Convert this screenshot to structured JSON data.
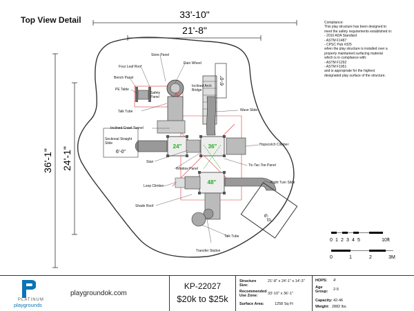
{
  "title": "Top View Detail",
  "dims": {
    "width_outer": "33'-10\"",
    "width_inner": "21'-8\"",
    "height_outer": "36'-1\"",
    "height_inner": "24'-1\"",
    "deck_six": "6'-0\"",
    "sectional_six": "6'-0\"",
    "right_six": "6'-0\"",
    "safety_six": "6'"
  },
  "deck_heights": {
    "left": "24\"",
    "center": "36\"",
    "bottom": "48\""
  },
  "labels": {
    "store_panel": "Store Panel",
    "four_leaf_roof": "Four Leaf Roof",
    "rain_wheel": "Rain Wheel",
    "bench_panel": "Bench Panel",
    "pe_table": "PE Table",
    "safety_panel": "Safety\nPanel",
    "inclined_arch_bridge": "Inclined Arch\nBridge",
    "talk_tube_top": "Talk Tube",
    "wave_slide": "Wave Slide",
    "inclined_crawl_tunnel": "Inclined Crawl Tunnel",
    "sectional_straight_slide": "Sectional Straight\nSlide",
    "hopscotch_climber": "Hopscotch Climber",
    "stair": "Stair",
    "window_panel": "Window Panel",
    "tic_tac_toe_panel": "Tic-Tac-Toe Panel",
    "loop_climber": "Loop Climber",
    "right_turn_slide": "Right Turn Slide",
    "shade_roof": "Shade Roof",
    "talk_tube_bottom": "Talk Tube",
    "transfer_station": "Transfer Station"
  },
  "compliance": {
    "heading": "Compliance:",
    "lines": [
      "This play structure has been designed to",
      "meet the safety requirements established in:",
      "- 2010 ADA Standard",
      "- ASTM F1487",
      "- CPSC Pub #325",
      "when the play structure is installed over a",
      "properly maintained surfacing material",
      "which is in compliance with:",
      "- ASTM F1292",
      "- ASTM F1951",
      "and is appropriate for the highest",
      "designated play surface of the structure."
    ]
  },
  "scale_ft": {
    "ticks": [
      "0",
      "1",
      "2",
      "3",
      "4",
      "5"
    ],
    "end": "10ft"
  },
  "scale_m": {
    "ticks": [
      "0",
      "1",
      "2"
    ],
    "end": "3M"
  },
  "footer": {
    "brand_top": "PLATINUM",
    "brand_bottom": "playgrounds",
    "website": "playgroundok.com",
    "model": "KP-22027",
    "price": "$20k to $25k",
    "specs": [
      {
        "label": "Structure Size:",
        "value": "21'-8\" x 24'-1\" x 14'-3\""
      },
      {
        "label": "Recommended Use Zone:",
        "value": "33'-10\" x 36'-1\""
      },
      {
        "label": "Surface Area:",
        "value": "1258 Sq Ft"
      }
    ],
    "specs2": [
      {
        "label": "HOPS:",
        "value": "4'"
      },
      {
        "label": "Age Group:",
        "value": "2-5"
      },
      {
        "label": "Capacity:",
        "value": "42-46"
      },
      {
        "label": "Weight:",
        "value": "2882 lbs"
      }
    ]
  }
}
